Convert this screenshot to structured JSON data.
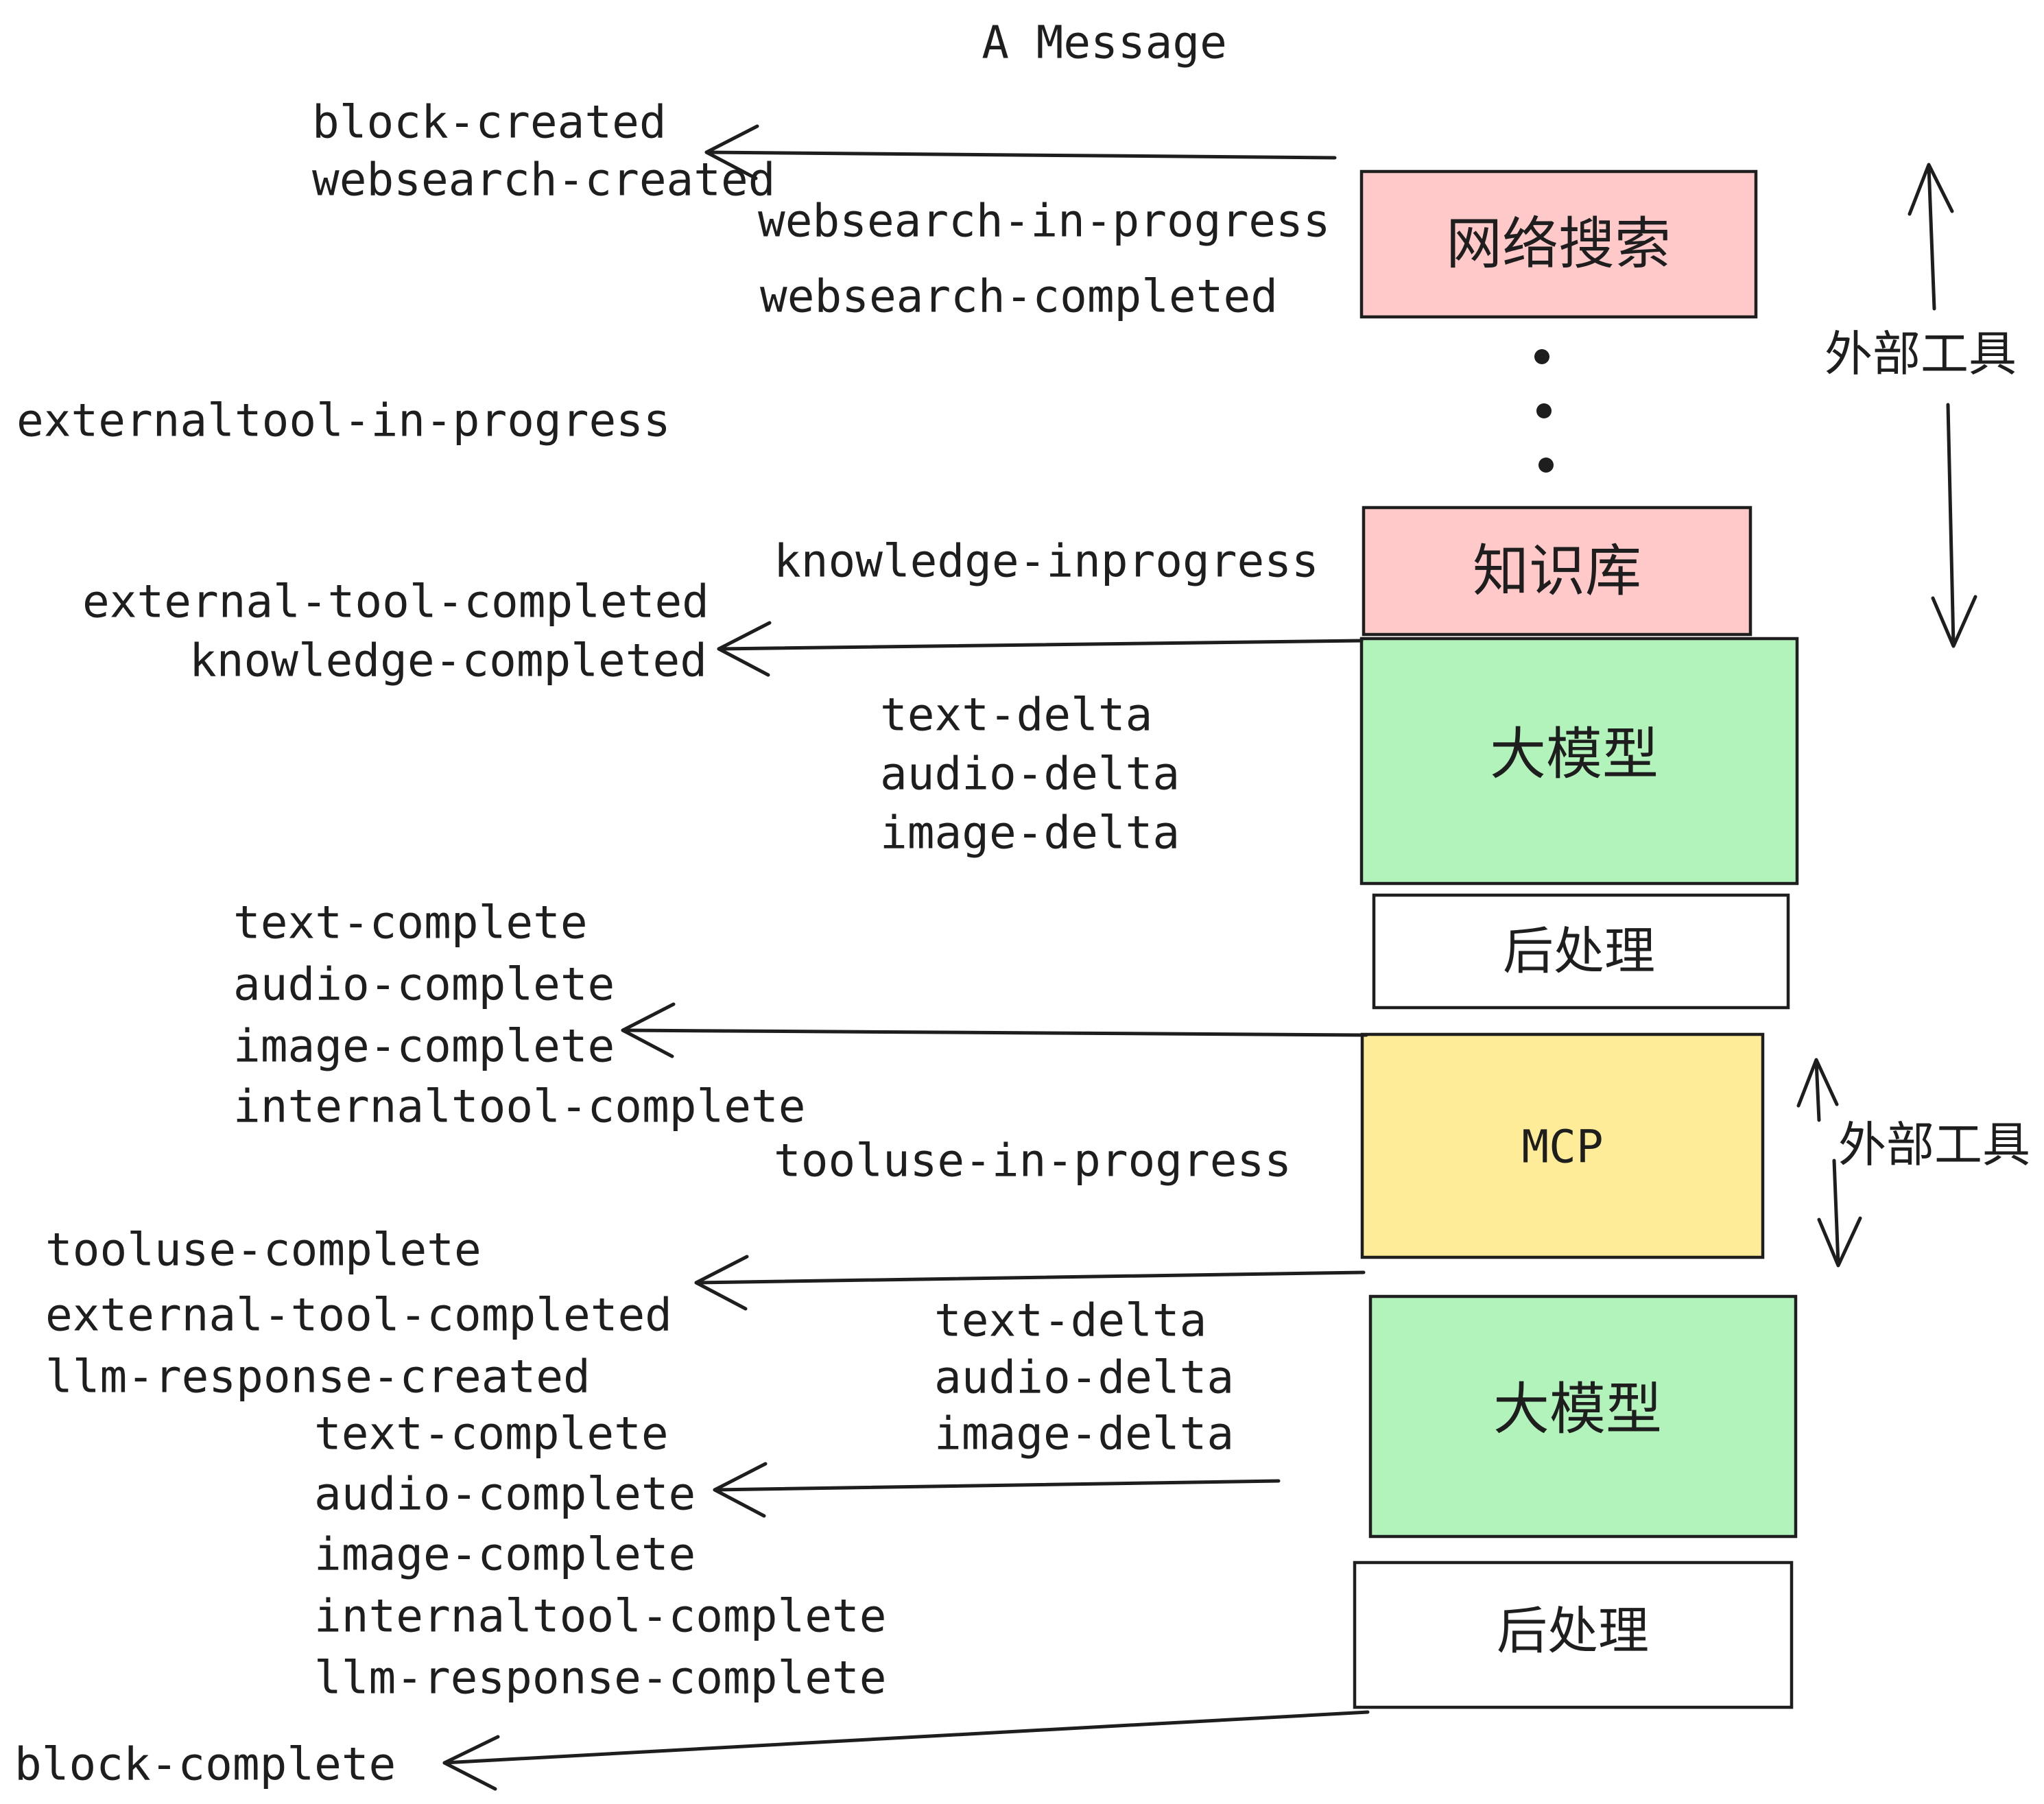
{
  "title": "A Message",
  "colors": {
    "background": "#ffffff",
    "stroke": "#1e1e1e",
    "pink": "#ffc9c9",
    "green": "#b2f2bb",
    "yellow": "#ffec99",
    "white": "#ffffff"
  },
  "boxes": {
    "websearch": "网络搜索",
    "knowledge": "知识库",
    "llm_top": "大模型",
    "post_top": "后处理",
    "mcp": "MCP",
    "llm_bottom": "大模型",
    "post_bottom": "后处理"
  },
  "side_labels": {
    "external_tools_top": "外部工具",
    "external_tools_bottom": "外部工具"
  },
  "events": {
    "block_created": "block-created",
    "websearch_created": "websearch-created",
    "websearch_in_progress": "websearch-in-progress",
    "websearch_completed": "websearch-completed",
    "externaltool_in_progress": "externaltool-in-progress",
    "knowledge_inprogress": "knowledge-inprogress",
    "external_tool_completed_1": "external-tool-completed",
    "knowledge_completed": "knowledge-completed",
    "text_delta_1": "text-delta",
    "audio_delta_1": "audio-delta",
    "image_delta_1": "image-delta",
    "text_complete_1": "text-complete",
    "audio_complete_1": "audio-complete",
    "image_complete_1": "image-complete",
    "internaltool_complete_1": "internaltool-complete",
    "tooluse_in_progress": "tooluse-in-progress",
    "tooluse_complete": "tooluse-complete",
    "external_tool_completed_2": "external-tool-completed",
    "llm_response_created": "llm-response-created",
    "text_complete_2": "text-complete",
    "audio_complete_2": "audio-complete",
    "image_complete_2": "image-complete",
    "internaltool_complete_2": "internaltool-complete",
    "llm_response_complete": "llm-response-complete",
    "block_complete": "block-complete",
    "text_delta_2": "text-delta",
    "audio_delta_2": "audio-delta",
    "image_delta_2": "image-delta"
  }
}
